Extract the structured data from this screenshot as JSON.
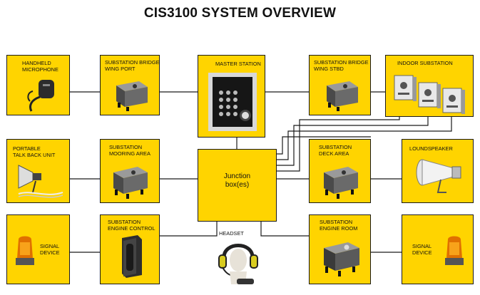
{
  "title": "CIS3100 SYSTEM OVERVIEW",
  "colors": {
    "box": "#ffd400",
    "border": "#1a1a1a",
    "wire": "#1a1a1a"
  },
  "boxes": {
    "handheld": "HANDHELD\nMICROPHONE",
    "bridge_port": "SUBSTATION BRIDGE\nWING PORT",
    "master": "MASTER STATION",
    "bridge_stbd": "SUBSTATION BRIDGE\nWING STBD",
    "indoor": "INDOOR SUBSTATION",
    "portable": "PORTABLE\nTALK BACK UNIT",
    "mooring": "SUBSTATION\nMOORING AREA",
    "junction": "Junction\nbox(es)",
    "deck": "SUBSTATION\nDECK AREA",
    "loudspeaker": "LOUNDSPEAKER",
    "signal_left": "SIGNAL\nDEVICE",
    "engine_control": "SUBSTATION\nENGINE CONTROL",
    "headset": "HEADSET",
    "engine_room": "SUBSTATION\nENGINE ROOM",
    "signal_right": "SIGNAL\nDEVICE"
  },
  "icons": [
    "microphone-icon",
    "junction-box-icon",
    "master-station-keypad-icon",
    "indoor-substation-icon",
    "talkback-horn-icon",
    "loudspeaker-horn-icon",
    "beacon-icon",
    "telephone-handset-icon",
    "headset-icon"
  ]
}
